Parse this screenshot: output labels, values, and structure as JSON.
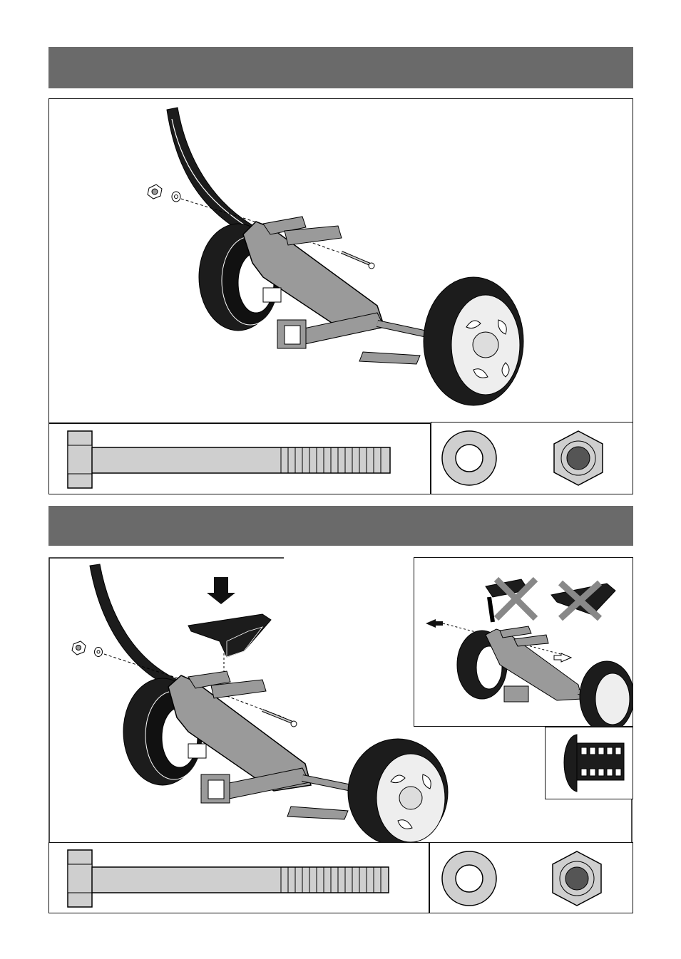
{
  "steps": [
    {
      "header_text": "",
      "illustration": "axle-assembly-with-fender-and-bolt",
      "parts": [
        "long-bolt-icon",
        "flat-washer-icon",
        "hex-lock-nut-icon"
      ]
    },
    {
      "header_text": "",
      "illustration": "axle-assembly-with-fender-step-plate-and-bolt",
      "detail_views": [
        "incorrect-orientation-inset",
        "threaded-end-cap-inset"
      ],
      "parts": [
        "long-bolt-icon",
        "flat-washer-icon",
        "hex-lock-nut-icon"
      ]
    }
  ],
  "colors": {
    "header_bar": "#6a6a6a",
    "frame_grey": "#9a9a9a",
    "part_grey": "#cfcfcf",
    "tire_dark": "#1c1c1c",
    "nut_core": "#555555"
  }
}
